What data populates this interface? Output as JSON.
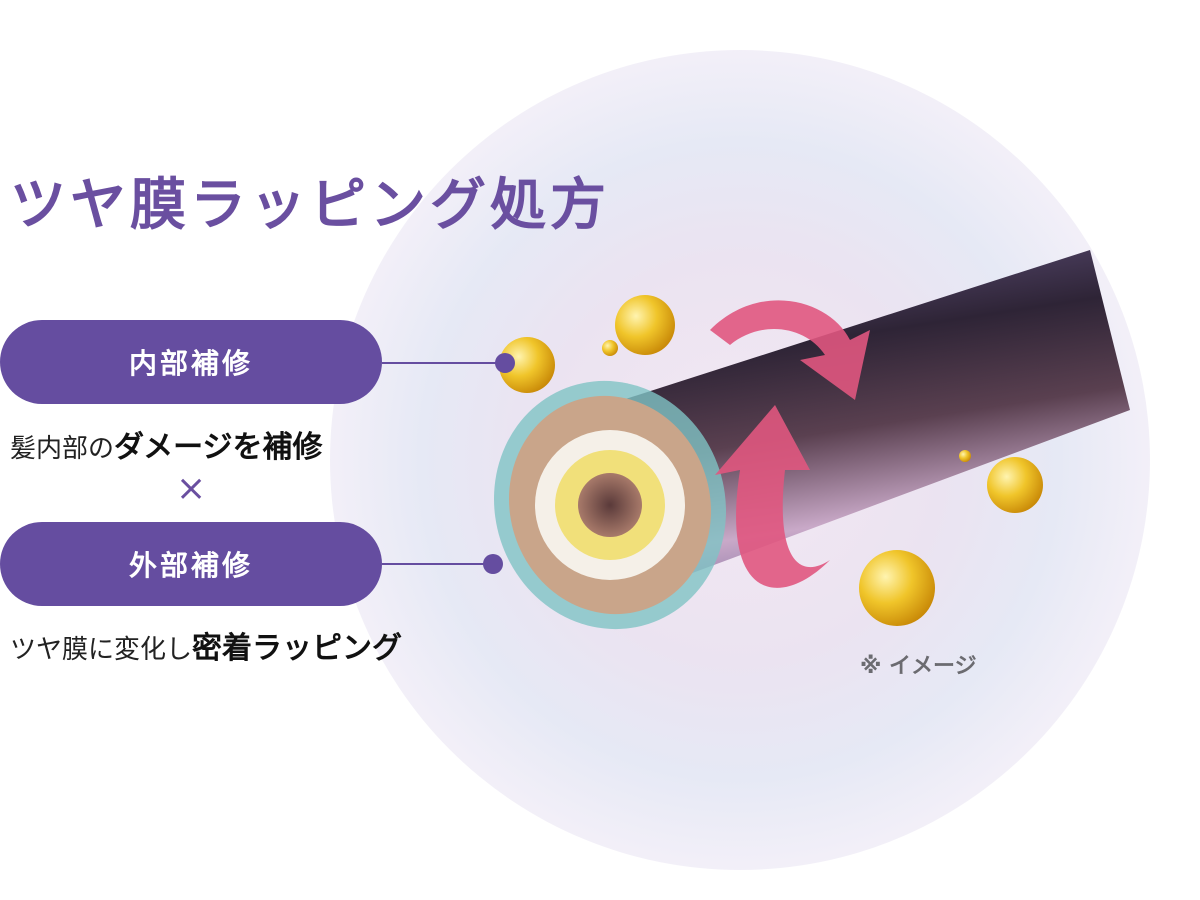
{
  "title": "ツヤ膜ラッピング処方",
  "internal": {
    "label": "内部補修",
    "desc_plain": "髪内部の",
    "desc_bold": "ダメージを補修"
  },
  "times": "×",
  "external": {
    "label": "外部補修",
    "desc_plain": "ツヤ膜に変化し",
    "desc_bold": "密着ラッピング"
  },
  "note": "※ イメージ",
  "colors": {
    "purple": "#654da0",
    "arrow": "#e0577f",
    "gold": "#e8b81e"
  }
}
